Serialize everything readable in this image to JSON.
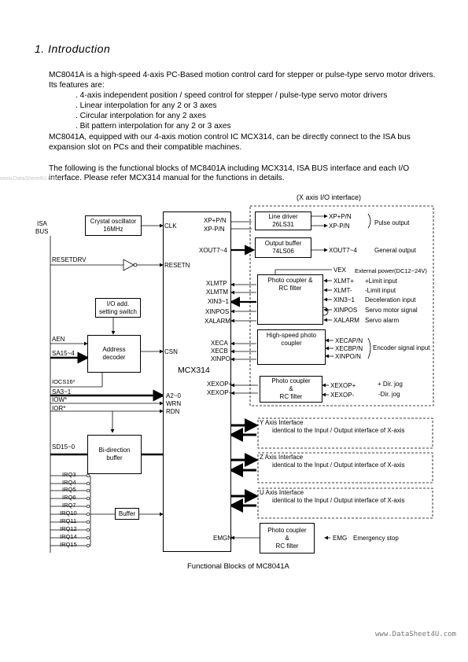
{
  "heading": "1. Introduction",
  "intro": {
    "line1": "MC8041A is a high-speed 4-axis PC-Based motion control card for stepper or pulse-type servo motor drivers.",
    "line2": "Its features are:",
    "features": [
      ". 4-axis independent position / speed control for stepper / pulse-type servo motor drivers",
      ". Linear interpolation for any 2 or 3 axes",
      ". Circular interpolation for any 2 axes",
      ". Bit pattern interpolation for any 2 or 3 axes"
    ],
    "line3": "MC8041A, equipped with our 4-axis motion control IC MCX314, can be directly connect to the ISA bus",
    "line4": "expansion slot on PCs and their compatible machines.",
    "line5": "The following is the functional blocks of MC8401A including MCX314, ISA BUS interface and each I/O",
    "line6": "interface. Please refer MCX314 manual for the functions in details."
  },
  "watermark_left": "www.DataSheet4U.com",
  "watermark_footer": "www.DataSheet4U.com",
  "diagram": {
    "x_axis_title": "(X axis I/O interface)",
    "isa_bus": [
      "ISA",
      "BUS"
    ],
    "crystal": [
      "Crystal oscillator",
      "16MHz"
    ],
    "resetdrv": "RESETDRV",
    "io_add": [
      "I/O add.",
      "setting switch"
    ],
    "aen": "AEN",
    "sa15": "SA15~4",
    "addr_decoder": [
      "Address",
      "decoder"
    ],
    "iocs16": "IOCS16*",
    "sa3": "SA3~1",
    "iow": "IOW*",
    "ior": "IOR*",
    "sd15": "SD15~0",
    "bidir": [
      "Bi-direction",
      "buffer"
    ],
    "irqs": [
      "IRQ3",
      "IRQ4",
      "IRQ5",
      "IRQ6",
      "IRQ7",
      "IRQ10",
      "IRQ11",
      "IRQ12",
      "IRQ14",
      "IRQ15"
    ],
    "buffer": "Buffer",
    "mcx_name": "MCX314",
    "mcx_left": {
      "clk": "CLK",
      "resetn": "RESETN",
      "csn": "CSN",
      "a2": "A2~0",
      "wrn": "WRN",
      "rdn": "RDN"
    },
    "mcx_right": {
      "xp": "XP+P/N",
      "xm": "XP-P/N",
      "xout": "XOUT7~4",
      "xlmtp": "XLMTP",
      "xlmtm": "XLMTM",
      "xin": "XIN3~1",
      "xinpos": "XINPOS",
      "xalarm": "XALARM",
      "xeca": "XECA",
      "xecb": "XECB",
      "xinpo": "XINPO",
      "xexop_p": "XEXOP+",
      "xexop_m": "XEXOP-",
      "emgn": "EMGN"
    },
    "line_driver": [
      "Line driver",
      "26LS31"
    ],
    "ld_out": [
      "XP+P/N",
      "XP-P/N"
    ],
    "pulse_output": "Pulse output",
    "output_buffer": [
      "Output buffer",
      "74LS06"
    ],
    "ob_out": "XOUT7~4",
    "general_output": "General output",
    "vex": "VEX",
    "ext_power": "External power(DC12~24V)",
    "photo1": [
      "Photo coupler &",
      "RC filter"
    ],
    "photo1_sig": [
      "XLMT+",
      "XLMT-",
      "XIN3~1",
      "XINPOS",
      "XALARM"
    ],
    "photo1_desc": [
      "+Limit input",
      "-Limit input",
      "Deceleration input",
      "Servo motor signal",
      "Servo alarm"
    ],
    "photo2": [
      "High-speed photo",
      "coupler"
    ],
    "photo2_sig": [
      "XECAP/N",
      "XECBP/N",
      "XINPO/N"
    ],
    "encoder_input": "Encoder signal input",
    "photo3": [
      "Photo coupler",
      "&",
      "RC filter"
    ],
    "photo3_sig": [
      "XEXOP+",
      "XEXOP-"
    ],
    "jog": [
      "+ Dir. jog",
      "-Dir. jog"
    ],
    "y_axis": [
      "Y Axis Interface",
      "identical to the Input / Output interface of X-axis"
    ],
    "z_axis": [
      "Z Axis Interface",
      "identical to the Input / Output interface of X-axis"
    ],
    "u_axis": [
      "U Axis Interface",
      "identical to the Input / Output interface of X-axis"
    ],
    "photo4": [
      "Photo coupler",
      "&",
      "RC filter"
    ],
    "emg": "EMG",
    "emg_stop": "Emergency stop",
    "caption": "Functional Blocks of MC8041A"
  }
}
